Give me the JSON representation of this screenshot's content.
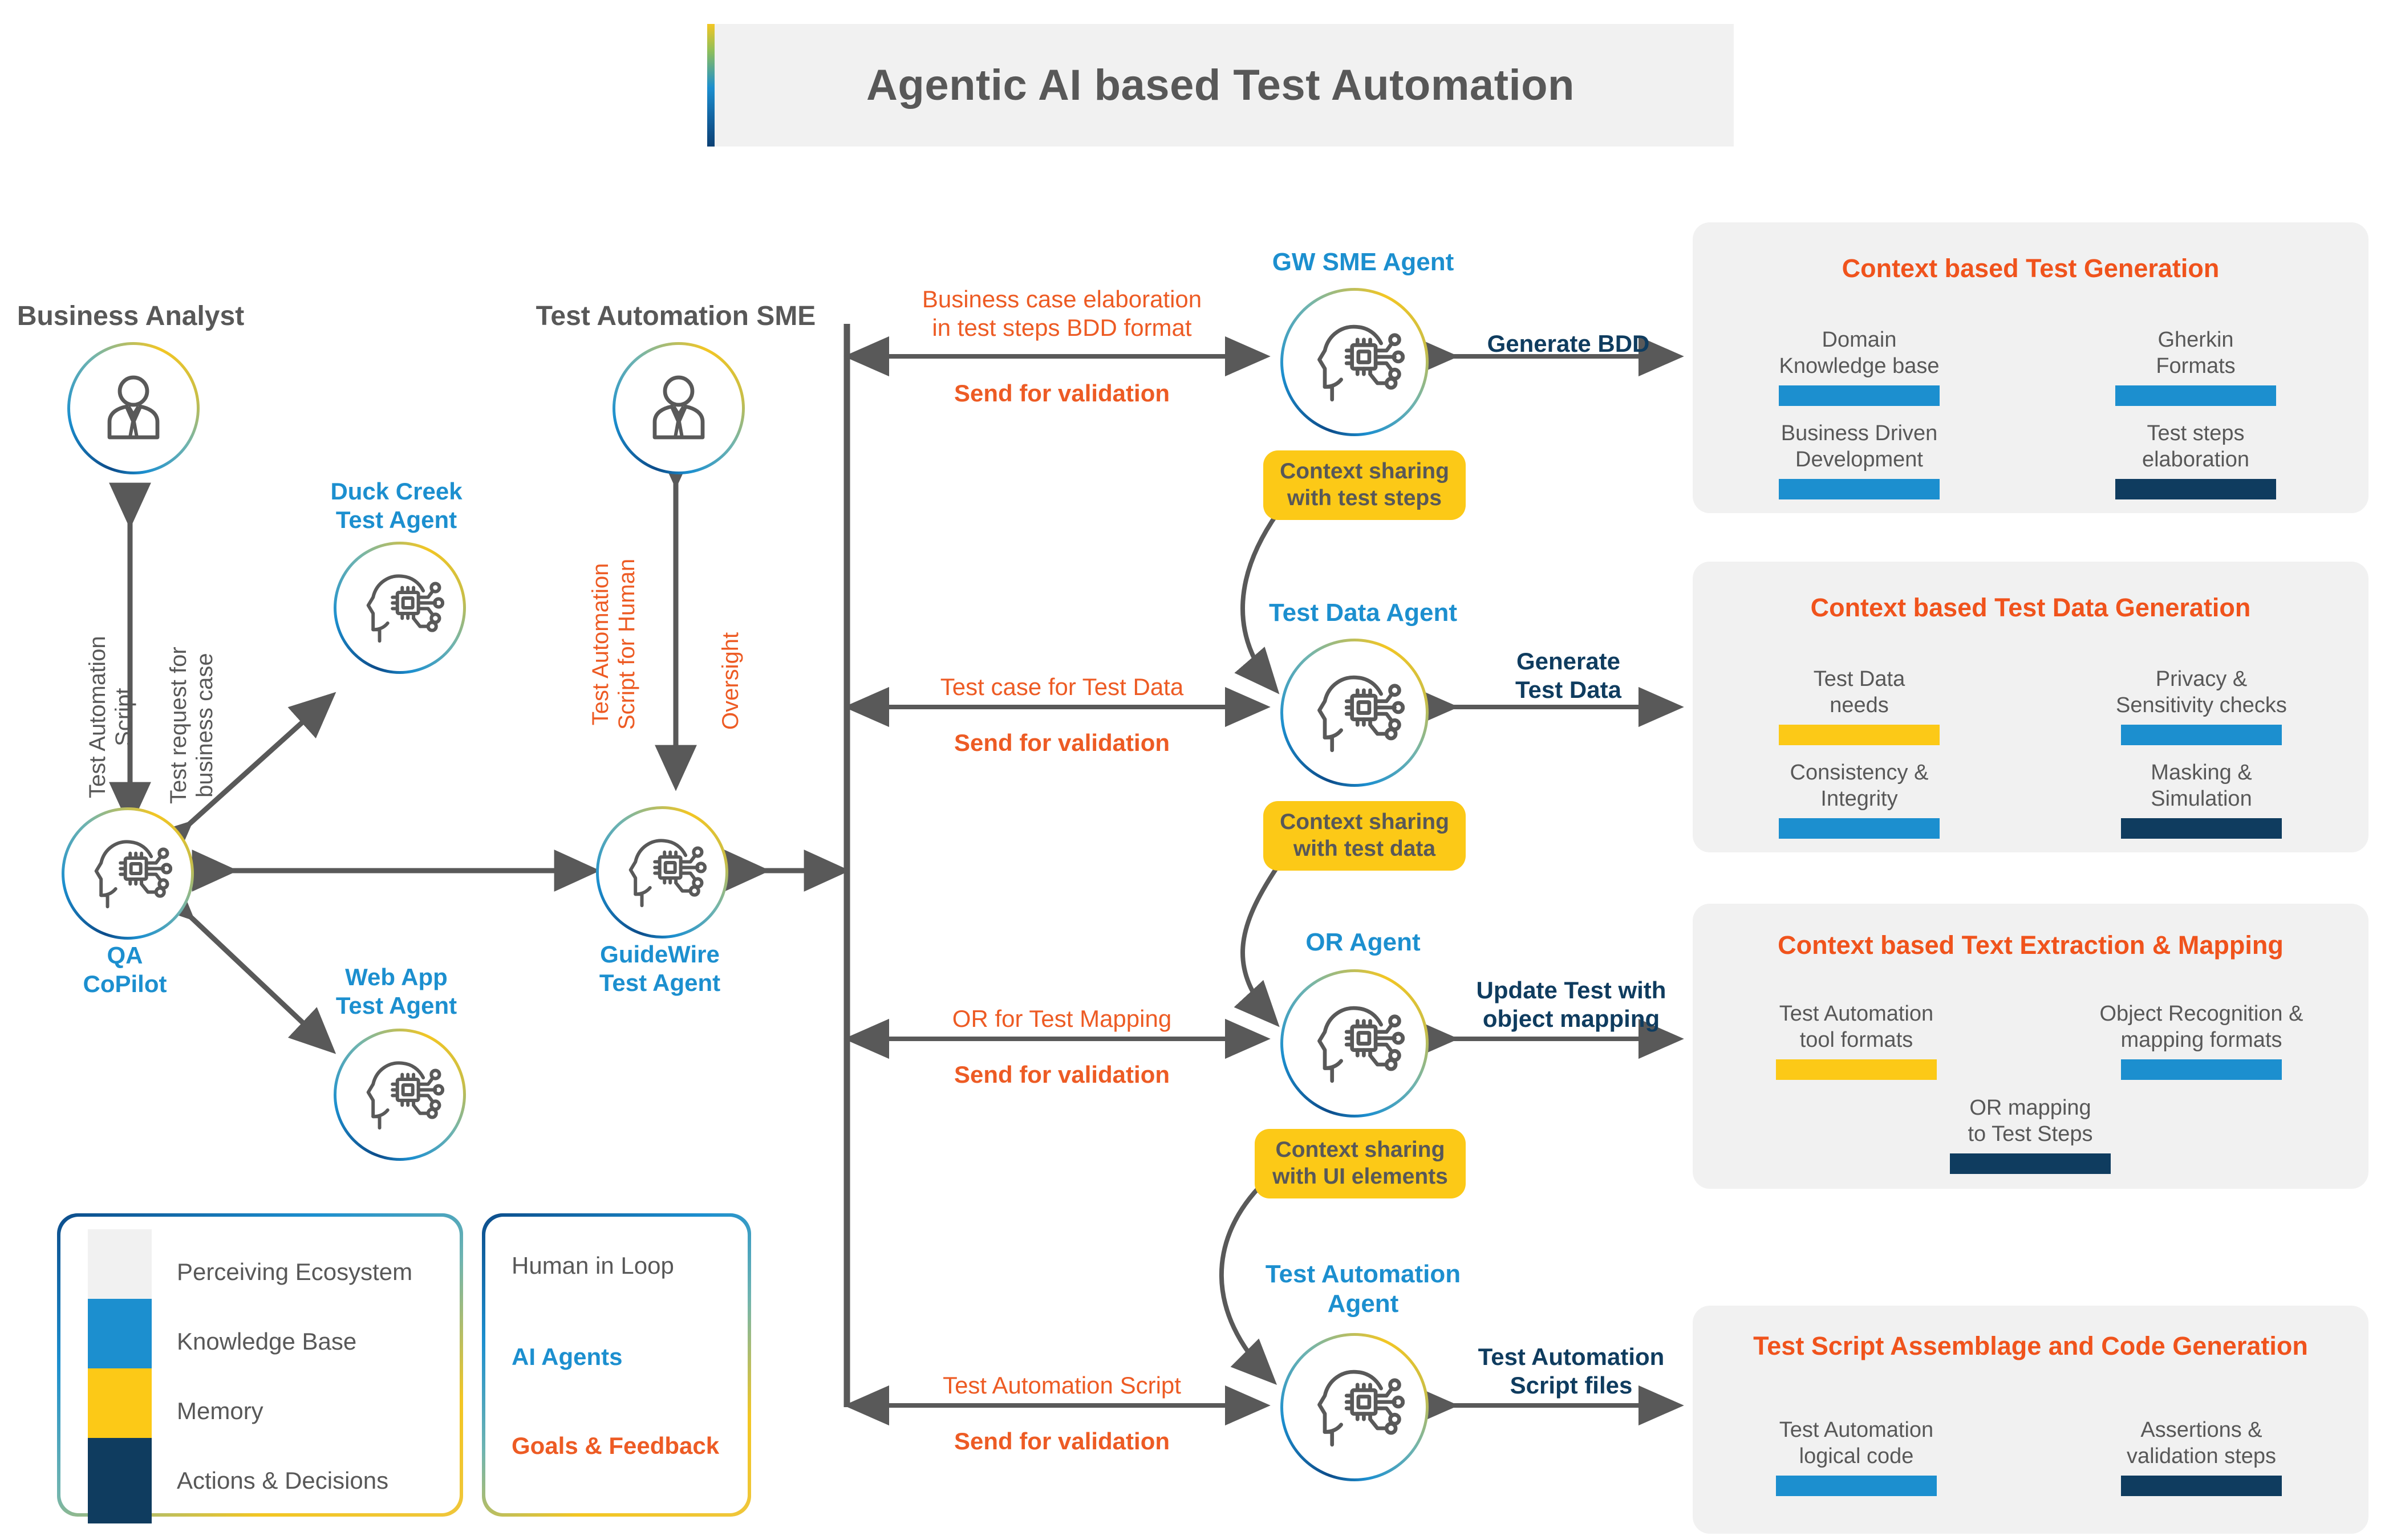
{
  "title": "Agentic AI based Test Automation",
  "colors": {
    "orange": "#ED5B24",
    "navy": "#0F3C5F",
    "blue": "#1C8FCF",
    "yellow": "#FCC917",
    "gray_text": "#585858",
    "panel_bg": "#F1F1F1",
    "panel_title": "#F0531C"
  },
  "nodes": {
    "business_analyst": {
      "label": "Business Analyst",
      "icon": "person-icon",
      "style": "human"
    },
    "duck_creek": {
      "label_line1": "Duck Creek",
      "label_line2": "Test Agent",
      "icon": "ai-head-icon",
      "style": "agent"
    },
    "qa_copilot": {
      "label_line1": "QA",
      "label_line2": "CoPilot",
      "icon": "ai-head-icon",
      "style": "agent"
    },
    "web_app": {
      "label_line1": "Web App",
      "label_line2": "Test Agent",
      "icon": "ai-head-icon",
      "style": "agent"
    },
    "ta_sme": {
      "label": "Test Automation SME",
      "icon": "person-icon",
      "style": "human"
    },
    "guidewire": {
      "label_line1": "GuideWire",
      "label_line2": "Test Agent",
      "icon": "ai-head-icon",
      "style": "agent"
    },
    "gw_sme_agent": {
      "label": "GW SME Agent",
      "icon": "ai-head-icon",
      "style": "agent"
    },
    "test_data_agent": {
      "label": "Test Data Agent",
      "icon": "ai-head-icon",
      "style": "agent"
    },
    "or_agent": {
      "label": "OR Agent",
      "icon": "ai-head-icon",
      "style": "agent"
    },
    "test_automation_agent": {
      "label_line1": "Test Automation",
      "label_line2": "Agent",
      "icon": "ai-head-icon",
      "style": "agent"
    }
  },
  "flows": {
    "ba_script": "Test Automation\nScript",
    "ba_script_l1": "Test Automation",
    "ba_script_l2": "Script",
    "ba_request_l1": "Test request for",
    "ba_request_l2": "business case",
    "sme_script_l1": "Test Automation",
    "sme_script_l2": "Script for Human",
    "sme_oversight": "Oversight",
    "bdd_l1": "Business case elaboration",
    "bdd_l2": "in test steps BDD format",
    "send_validation_1": "Send for validation",
    "generate_bdd": "Generate BDD",
    "testdata_req": "Test case for Test Data",
    "send_validation_2": "Send for validation",
    "generate_testdata_l1": "Generate",
    "generate_testdata_l2": "Test Data",
    "or_req": "OR for Test Mapping",
    "send_validation_3": "Send for validation",
    "update_test_l1": "Update Test with",
    "update_test_l2": "object mapping",
    "ta_script": "Test Automation Script",
    "send_validation_4": "Send for validation",
    "ta_files_l1": "Test Automation",
    "ta_files_l2": "Script files"
  },
  "context_pills": [
    {
      "line1": "Context sharing",
      "line2": "with test steps"
    },
    {
      "line1": "Context sharing",
      "line2": "with test data"
    },
    {
      "line1": "Context sharing",
      "line2": "with UI elements"
    }
  ],
  "panels": [
    {
      "title": "Context based Test Generation",
      "items": [
        {
          "line1": "Domain",
          "line2": "Knowledge base",
          "bar_color": "#1C8FCF"
        },
        {
          "line1": "Gherkin",
          "line2": "Formats",
          "bar_color": "#1C8FCF"
        },
        {
          "line1": "Business Driven",
          "line2": "Development",
          "bar_color": "#1C8FCF"
        },
        {
          "line1": "Test steps",
          "line2": "elaboration",
          "bar_color": "#0F3C5F"
        }
      ]
    },
    {
      "title": "Context based Test Data Generation",
      "items": [
        {
          "line1": "Test Data",
          "line2": "needs",
          "bar_color": "#FCC917"
        },
        {
          "line1": "Privacy &",
          "line2": "Sensitivity checks",
          "bar_color": "#1C8FCF"
        },
        {
          "line1": "Consistency &",
          "line2": "Integrity",
          "bar_color": "#1C8FCF"
        },
        {
          "line1": "Masking &",
          "line2": "Simulation",
          "bar_color": "#0F3C5F"
        }
      ]
    },
    {
      "title": "Context based Text Extraction & Mapping",
      "items": [
        {
          "line1": "Test Automation",
          "line2": "tool formats",
          "bar_color": "#FCC917"
        },
        {
          "line1": "Object Recognition &",
          "line2": "mapping formats",
          "bar_color": "#1C8FCF"
        },
        {
          "line1": "OR mapping",
          "line2": "to Test Steps",
          "bar_color": "#0F3C5F"
        }
      ]
    },
    {
      "title": "Test Script Assemblage and Code Generation",
      "items": [
        {
          "line1": "Test Automation",
          "line2": "logical code",
          "bar_color": "#1C8FCF"
        },
        {
          "line1": "Assertions &",
          "line2": "validation steps",
          "bar_color": "#0F3C5F"
        }
      ]
    }
  ],
  "legend": {
    "swatches": [
      {
        "label": "Perceiving Ecosystem",
        "color": "#F1F1F1"
      },
      {
        "label": "Knowledge Base",
        "color": "#1C8FCF"
      },
      {
        "label": "Memory",
        "color": "#FCC917"
      },
      {
        "label": "Actions & Decisions",
        "color": "#0F3C5F"
      }
    ],
    "roles": [
      {
        "label": "Human in Loop",
        "color": "#585858"
      },
      {
        "label": "AI Agents",
        "color": "#1C8FCF"
      },
      {
        "label": "Goals & Feedback",
        "color": "#ED5B24"
      }
    ]
  }
}
